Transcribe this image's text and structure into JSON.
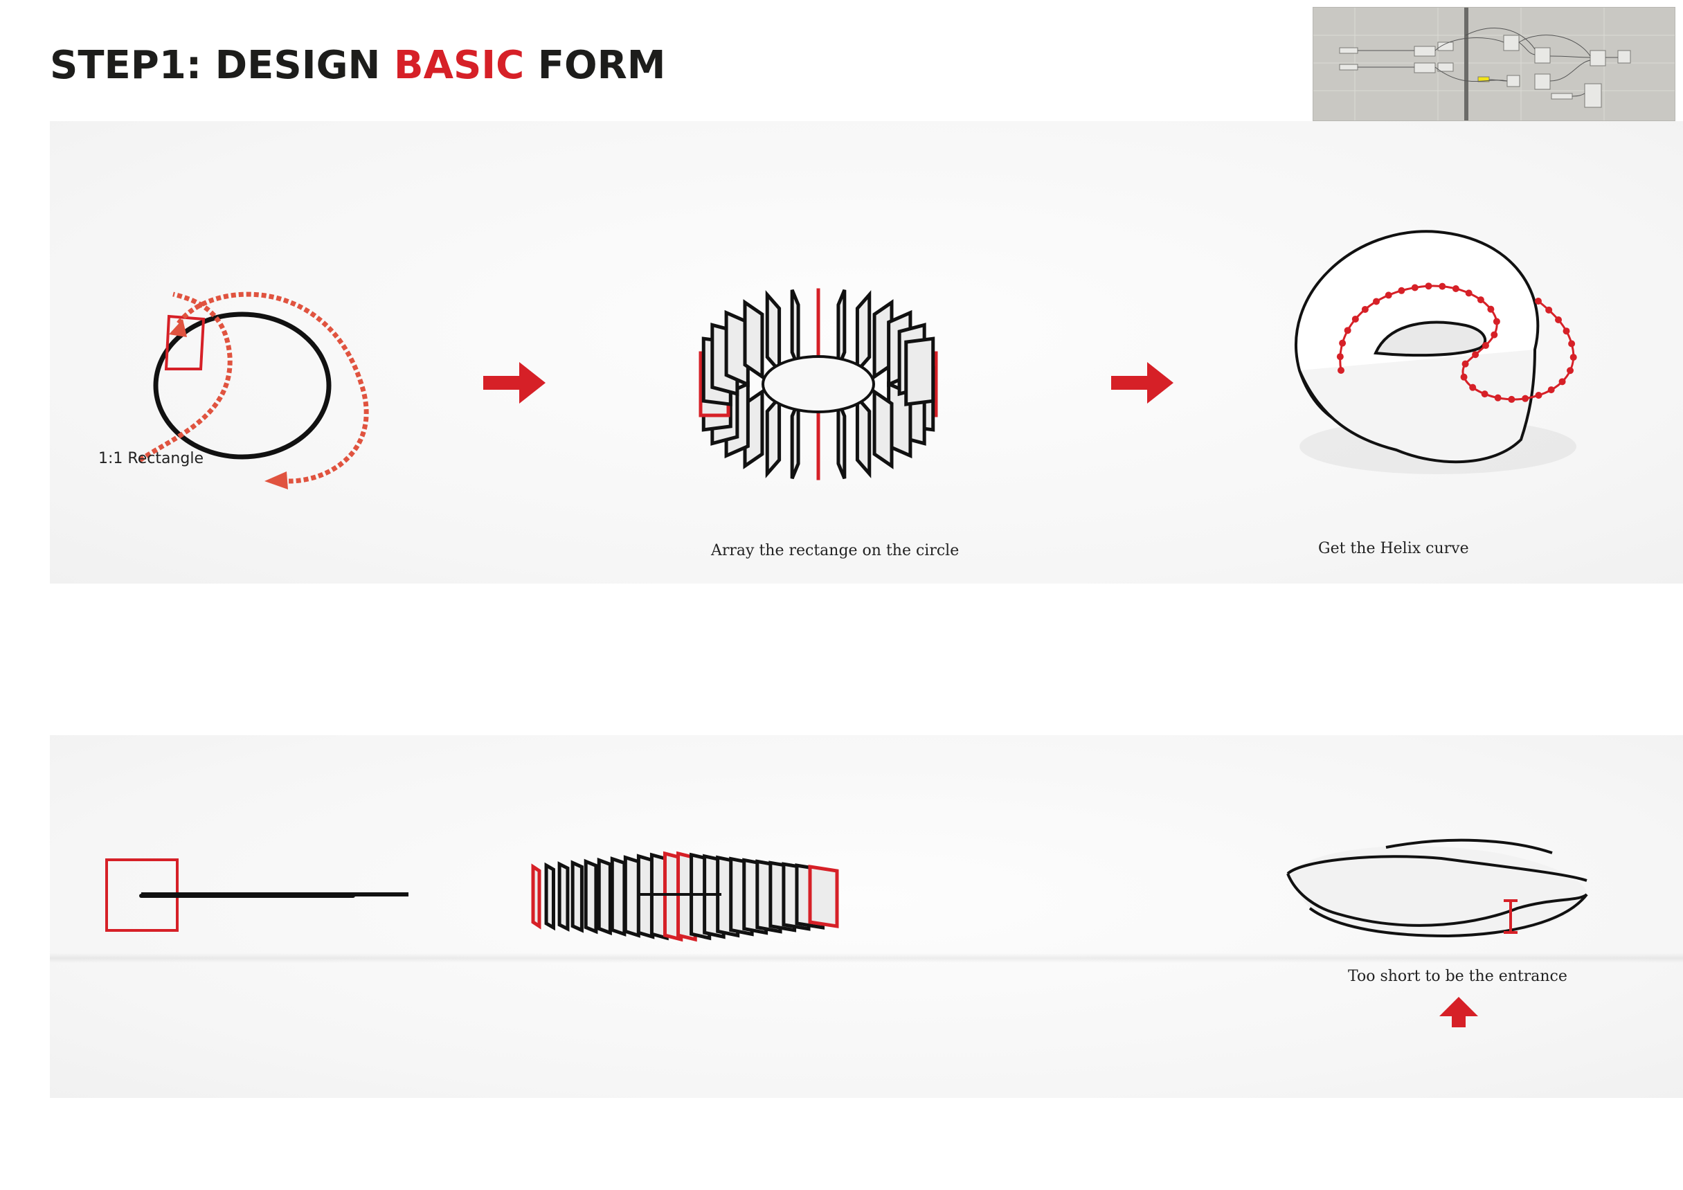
{
  "title": {
    "prefix": "STEP1: DESIGN",
    "accent": "BASIC",
    "suffix": "FORM"
  },
  "captions": {
    "rectangle": "1:1 Rectangle",
    "array": "Array the rectange on the circle",
    "helix": "Get the Helix curve",
    "entrance": "Too short to be the entrance"
  },
  "colors": {
    "accent": "#d62027",
    "dashed_arrow": "#e0533f",
    "ink": "#111111",
    "panel": "#f6f6f6"
  },
  "icons": [
    "right-arrow-icon",
    "up-arrow-icon"
  ]
}
